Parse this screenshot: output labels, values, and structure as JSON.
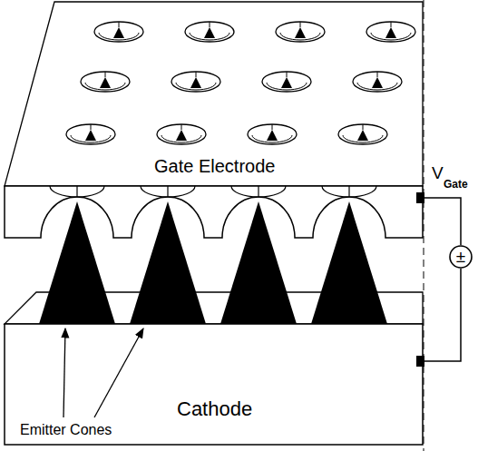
{
  "diagram": {
    "nodes": [
      {
        "text": [
          "Gate Electrode"
        ]
      },
      {
        "text": [
          "±"
        ]
      },
      {
        "text": [
          "Cathode"
        ]
      }
    ],
    "edges": [
      {
        "from": 0,
        "to": 1,
        "arrow": "none"
      },
      {
        "from": 1,
        "to": 2,
        "arrow": "none"
      }
    ],
    "labels": [
      "V",
      "Gate",
      "Emitter Cones"
    ]
  }
}
